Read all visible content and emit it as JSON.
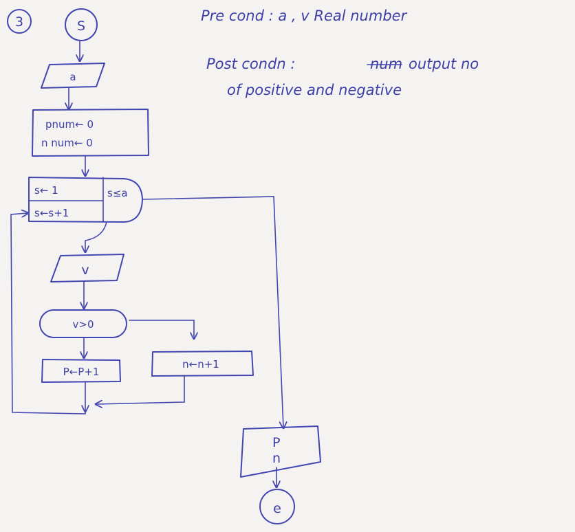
{
  "problem_number": "3",
  "flowchart": {
    "start_symbol": "S",
    "end_symbol": "e",
    "input_a": "a",
    "init_p": "pnum← 0",
    "init_n": "n num← 0",
    "loop_init": "s← 1",
    "loop_cond": "s≤a",
    "loop_step": "s←s+1",
    "input_v": "v",
    "decision": "v>0",
    "process_p": "P←P+1",
    "process_n": "n←n+1",
    "output_p": "P",
    "output_n": "n"
  },
  "notes": {
    "precond": "Pre cond : a , v Real number",
    "postcond_label": "Post condn :",
    "postcond_struck": "num",
    "postcond_rest": "output no",
    "postcond_line2": "of positive and negative"
  },
  "colors": {
    "ink": "#4345b0",
    "paper": "#f4f3f1"
  }
}
